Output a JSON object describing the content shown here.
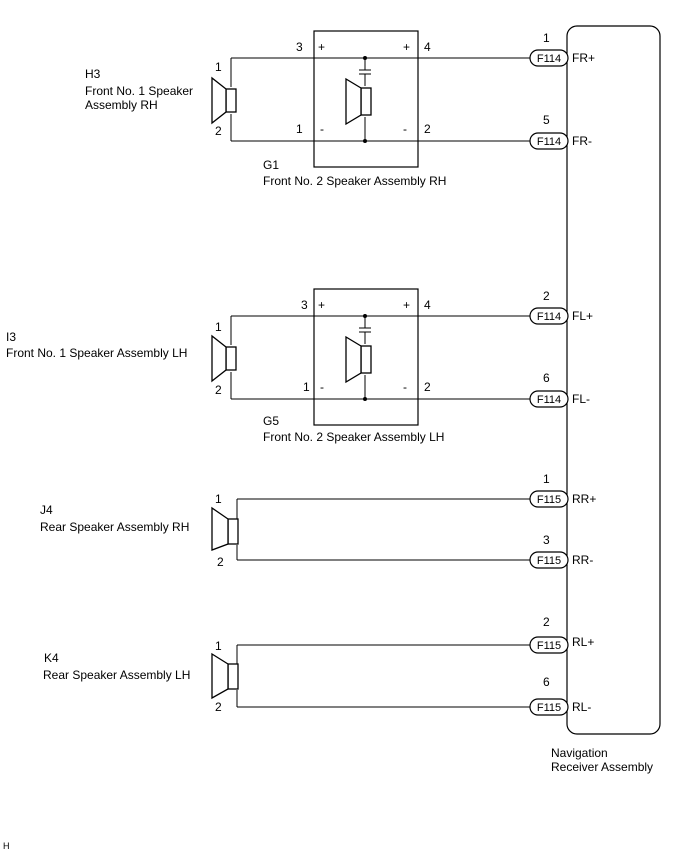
{
  "receiver": {
    "name_line1": "Navigation",
    "name_line2": "Receiver Assembly"
  },
  "footer": {
    "code": "H"
  },
  "front_groups": [
    {
      "spk1_code": "H3",
      "spk1_name_lines": [
        "Front No. 1 Speaker",
        "Assembly RH"
      ],
      "spk1_pin_top": "1",
      "spk1_pin_bottom": "2",
      "spk2_code": "G1",
      "spk2_name": "Front No. 2 Speaker Assembly RH",
      "tw_pin_tl": "3",
      "tw_pin_bl": "1",
      "tw_pin_tr": "4",
      "tw_pin_br": "2",
      "plus": "+",
      "minus": "-",
      "top": {
        "pin": "1",
        "conn": "F114",
        "signal": "FR+"
      },
      "bottom": {
        "pin": "5",
        "conn": "F114",
        "signal": "FR-"
      }
    },
    {
      "spk1_code": "I3",
      "spk1_name_lines": [
        "Front No. 1 Speaker Assembly LH"
      ],
      "spk1_pin_top": "1",
      "spk1_pin_bottom": "2",
      "spk2_code": "G5",
      "spk2_name": "Front No. 2 Speaker Assembly LH",
      "tw_pin_tl": "3",
      "tw_pin_bl": "1",
      "tw_pin_tr": "4",
      "tw_pin_br": "2",
      "plus": "+",
      "minus": "-",
      "top": {
        "pin": "2",
        "conn": "F114",
        "signal": "FL+"
      },
      "bottom": {
        "pin": "6",
        "conn": "F114",
        "signal": "FL-"
      }
    }
  ],
  "rear_groups": [
    {
      "spk_code": "J4",
      "spk_name": "Rear Speaker Assembly RH",
      "spk_pin_top": "1",
      "spk_pin_bottom": "2",
      "top": {
        "pin": "1",
        "conn": "F115",
        "signal": "RR+"
      },
      "bottom": {
        "pin": "3",
        "conn": "F115",
        "signal": "RR-"
      }
    },
    {
      "spk_code": "K4",
      "spk_name": "Rear Speaker Assembly LH",
      "spk_pin_top": "1",
      "spk_pin_bottom": "2",
      "top": {
        "pin": "2",
        "conn": "F115",
        "signal": "RL+"
      },
      "bottom": {
        "pin": "6",
        "conn": "F115",
        "signal": "RL-"
      }
    }
  ]
}
